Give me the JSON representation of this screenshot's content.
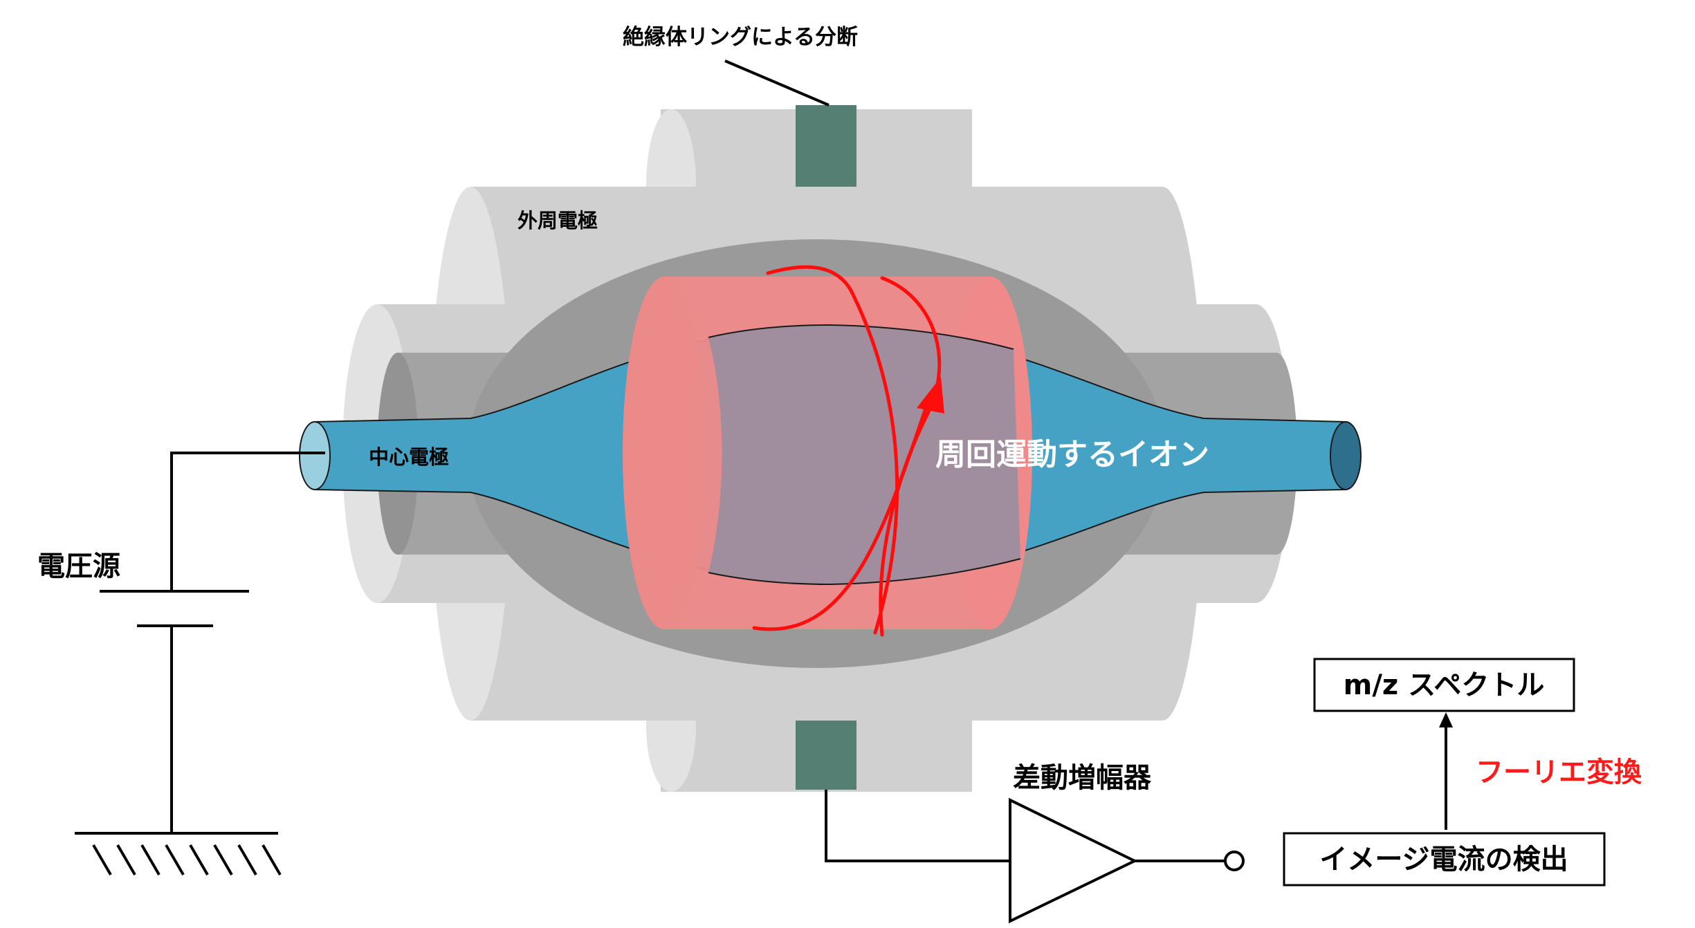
{
  "labels": {
    "insulator_ring": "絶縁体リングによる分断",
    "outer_electrode": "外周電極",
    "center_electrode": "中心電極",
    "orbiting_ions": "周回運動するイオン",
    "voltage_source": "電圧源",
    "diff_amplifier": "差動増幅器",
    "image_current": "イメージ電流の検出",
    "fourier": "フーリエ変換",
    "spectrum": "m/z スペクトル"
  },
  "colors": {
    "outer_light": "#d1d0d1",
    "outer_lighter": "#e2e2e2",
    "cavity_dark": "#9a9a9a",
    "inner_tube": "#a3a3a3",
    "center_blue": "#46a2c4",
    "center_end_light": "#9acfdf",
    "center_end_dark": "#2d6f8d",
    "ion_cloud": "#f08a8a",
    "ion_overlap": "#a08e9e",
    "insulator": "#567f73",
    "ion_path": "#ff0d0d",
    "fourier_text": "#ff1a1a",
    "line": "#000000"
  }
}
